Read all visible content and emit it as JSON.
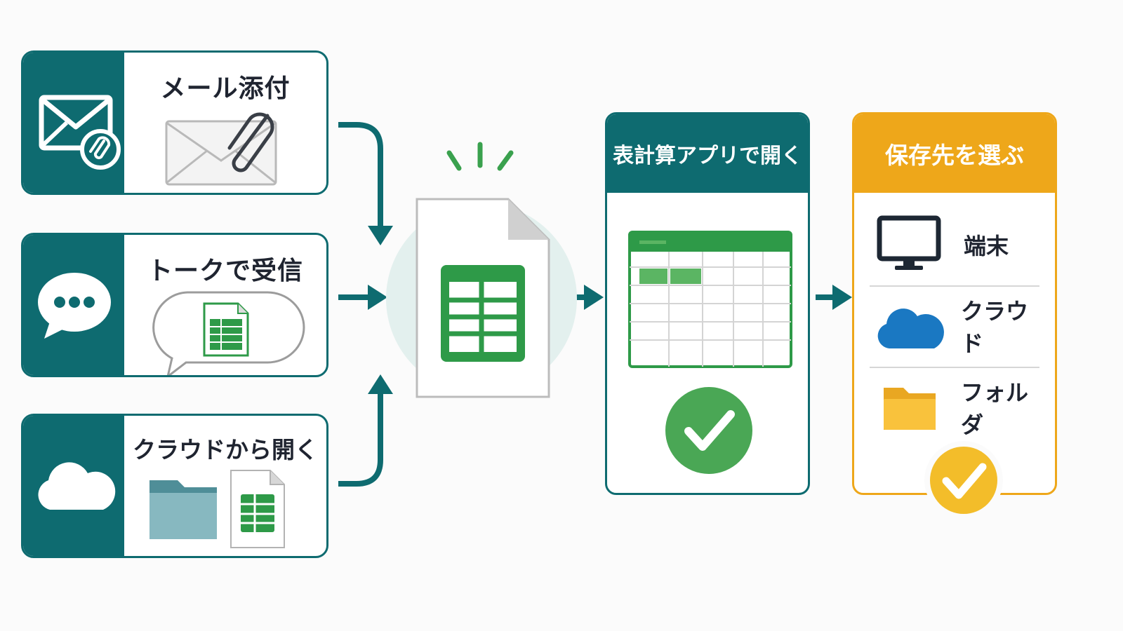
{
  "sources": {
    "email": {
      "title": "メール添付",
      "band_icon": "mail-attachment-icon",
      "illustration": "envelope-paperclip-icon"
    },
    "chat": {
      "title": "トークで受信",
      "band_icon": "chat-bubble-icon",
      "illustration": "speech-bubble-spreadsheet-icon"
    },
    "cloud": {
      "title": "クラウドから開く",
      "band_icon": "cloud-icon",
      "illustration": "folder-and-spreadsheet-icon"
    }
  },
  "center_file": {
    "icon": "spreadsheet-file-icon"
  },
  "open_panel": {
    "header": "表計算アプリで開く",
    "icons": [
      "spreadsheet-grid-icon",
      "check-circle-icon"
    ]
  },
  "save_panel": {
    "header": "保存先を選ぶ",
    "options": [
      {
        "label": "端末",
        "icon": "monitor-icon"
      },
      {
        "label": "クラウド",
        "icon": "cloud-icon"
      },
      {
        "label": "フォルダ",
        "icon": "folder-icon"
      }
    ],
    "icon": "check-circle-icon"
  },
  "colors": {
    "teal": "#0e6b70",
    "green": "#2e9a48",
    "green_light": "#5bb563",
    "gold": "#eea71a",
    "gold_check": "#f3bd2a",
    "cloud_blue": "#1a78c2",
    "folder_yellow": "#f9c23c"
  }
}
